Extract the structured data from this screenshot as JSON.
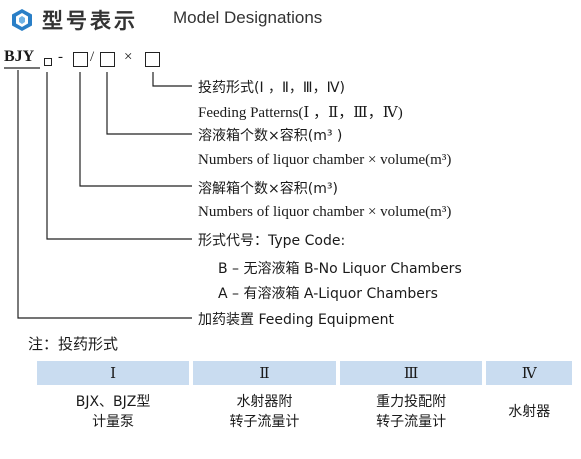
{
  "header": {
    "title_cn": "型号表示",
    "title_en": "Model Designations",
    "icon": "blue-hex-logo-icon",
    "accent_color": "#2a7fc7"
  },
  "model_code": {
    "prefix": "BJY",
    "dash": "-",
    "slash": "/",
    "times": "×"
  },
  "descriptions": {
    "feeding_cn": "投药形式(Ⅰ ，Ⅱ，Ⅲ，Ⅳ)",
    "feeding_en": "Feeding Patterns(Ⅰ ，Ⅱ，Ⅲ，Ⅳ)",
    "liquor_cn": "溶液箱个数×容积(m³ )",
    "liquor_en": "Numbers of liquor chamber × volume(m³)",
    "dissolve_cn": "溶解箱个数×容积(m³)",
    "dissolve_en": "Numbers of liquor chamber × volume(m³)",
    "type_cn": "形式代号：Type Code:",
    "type_b": "B – 无溶液箱   B-No Liquor Chambers",
    "type_a": "A – 有溶液箱   A-Liquor Chambers",
    "equipment": "加药装置   Feeding Equipment"
  },
  "note": "注：投药形式",
  "table": {
    "headers": [
      "Ⅰ",
      "Ⅱ",
      "Ⅲ",
      "Ⅳ"
    ],
    "cells": [
      [
        "BJX、BJZ型",
        "计量泵"
      ],
      [
        "水射器附",
        "转子流量计"
      ],
      [
        "重力投配附",
        "转子流量计"
      ],
      [
        "水射器",
        ""
      ]
    ],
    "header_color": "#c9dcf0"
  }
}
